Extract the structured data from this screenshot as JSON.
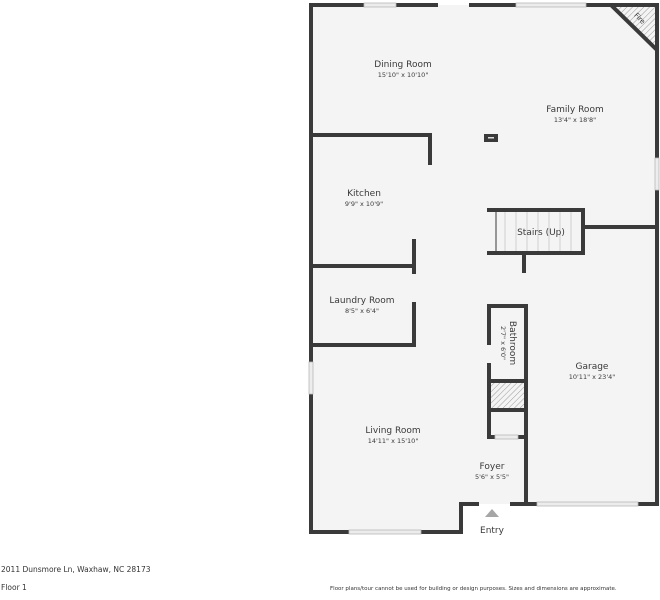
{
  "plan": {
    "rooms": [
      {
        "name": "Dining Room",
        "dims": "15'10\" x 10'10\""
      },
      {
        "name": "Family Room",
        "dims": "13'4\" x 18'8\""
      },
      {
        "name": "Kitchen",
        "dims": "9'9\" x 10'9\""
      },
      {
        "name": "Stairs (Up)",
        "dims": ""
      },
      {
        "name": "Laundry Room",
        "dims": "8'5\" x 6'4\""
      },
      {
        "name": "Bathroom",
        "dims": "2'7\" x 6'0\""
      },
      {
        "name": "Garage",
        "dims": "10'11\" x 23'4\""
      },
      {
        "name": "Living Room",
        "dims": "14'11\" x 15'10\""
      },
      {
        "name": "Foyer",
        "dims": "5'6\" x 5'5\""
      }
    ],
    "fireplace_label": "Fire",
    "entry_label": "Entry",
    "colors": {
      "wall": "#3a3a3a",
      "floor": "#f4f4f4",
      "window": "#e0e0e0",
      "entry_arrow": "#a6a6a6"
    }
  },
  "footer": {
    "address": "2011 Dunsmore Ln, Waxhaw, NC 28173",
    "floor": "Floor 1",
    "disclaimer": "Floor plans/tour cannot be used for building or design purposes. Sizes and dimensions are approximate."
  }
}
